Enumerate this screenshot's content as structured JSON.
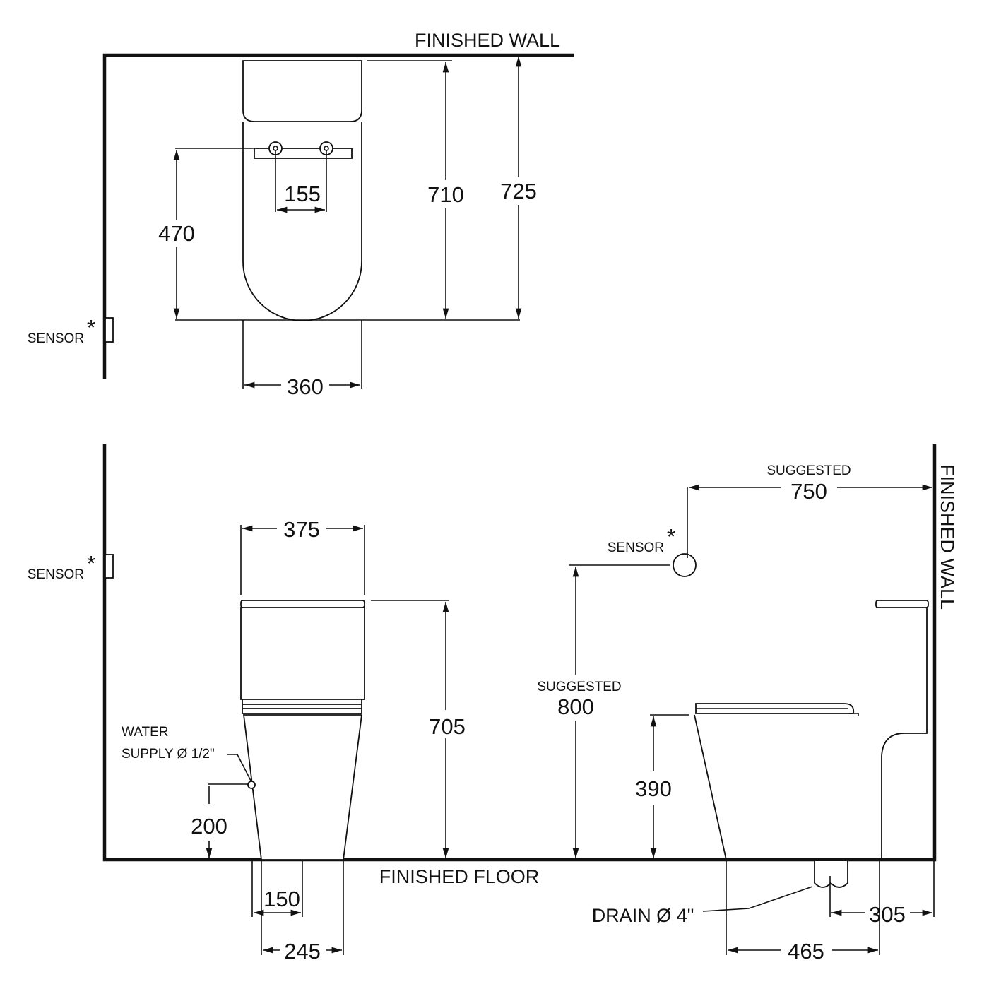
{
  "labels": {
    "finished_wall_top": "FINISHED WALL",
    "finished_wall_side": "FINISHED WALL",
    "finished_floor": "FINISHED FLOOR",
    "sensor_top": "SENSOR",
    "sensor_side_left": "SENSOR",
    "sensor_side_right": "SENSOR",
    "asterisk": "*",
    "water_line1": "WATER",
    "water_line2": "SUPPLY Ø 1/2\"",
    "drain": "DRAIN Ø 4\"",
    "suggested_750": "SUGGESTED",
    "suggested_800": "SUGGESTED"
  },
  "dimensions": {
    "d155": "155",
    "d470": "470",
    "d710": "710",
    "d725": "725",
    "d360": "360",
    "d375": "375",
    "d705": "705",
    "d200": "200",
    "d150": "150",
    "d245": "245",
    "d750": "750",
    "d800": "800",
    "d390": "390",
    "d305": "305",
    "d465": "465"
  }
}
